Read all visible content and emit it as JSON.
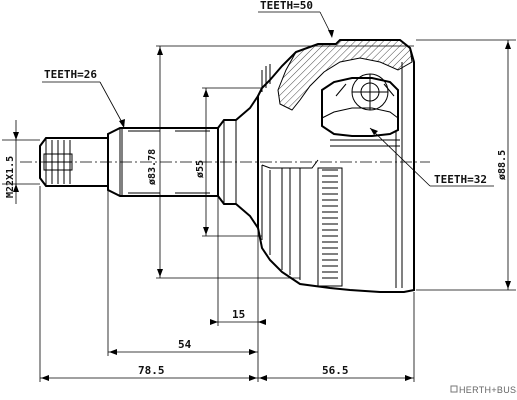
{
  "labels": {
    "teeth_top": "TEETH=50",
    "teeth_left": "TEETH=26",
    "teeth_right": "TEETH=32",
    "thread": "M22X1.5",
    "dia_shaft": "ø83.78",
    "dia_neck": "ø55",
    "dia_outer": "ø88.5",
    "dim_15": "15",
    "dim_54": "54",
    "dim_78_5": "78.5",
    "dim_56_5": "56.5"
  },
  "brand": {
    "name": "HERTH+BUSS"
  }
}
